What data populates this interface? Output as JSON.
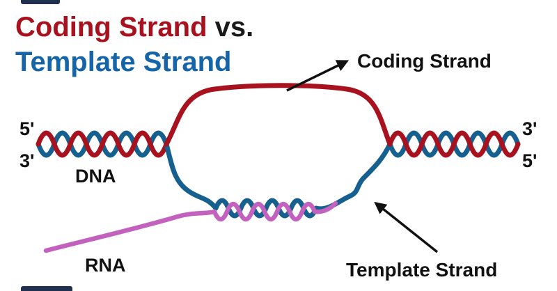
{
  "title": {
    "part_red": "Coding Strand",
    "part_vs": " vs.",
    "part_blue": "Template Strand"
  },
  "labels": {
    "left_top_end": "5'",
    "left_bottom_end": "3'",
    "right_top_end": "3'",
    "right_bottom_end": "5'",
    "dna": "DNA",
    "rna": "RNA",
    "coding_strand_callout": "Coding Strand",
    "template_strand_callout": "Template Strand"
  },
  "colors": {
    "coding_strand": "#A8121F",
    "template_strand": "#15608F",
    "rna": "#C361BF",
    "title_red": "#A8121F",
    "title_blue": "#1565A8",
    "text": "#111111",
    "arrow": "#111111"
  }
}
